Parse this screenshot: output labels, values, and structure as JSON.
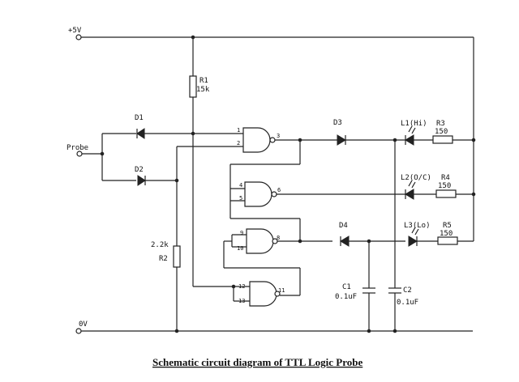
{
  "title": "Schematic circuit diagram of TTL Logic Probe",
  "rails": {
    "vcc": "+5V",
    "gnd": "0V",
    "input": "Probe"
  },
  "resistors": {
    "r1": {
      "name": "R1",
      "value": "15k"
    },
    "r2": {
      "name": "R2",
      "value": "2.2k"
    },
    "r3": {
      "name": "R3",
      "value": "150"
    },
    "r4": {
      "name": "R4",
      "value": "150"
    },
    "r5": {
      "name": "R5",
      "value": "150"
    }
  },
  "diodes": {
    "d1": "D1",
    "d2": "D2",
    "d3": "D3",
    "d4": "D4"
  },
  "leds": {
    "l1": "L1(Hi)",
    "l2": "L2(O/C)",
    "l3": "L3(Lo)"
  },
  "capacitors": {
    "c1": {
      "name": "C1",
      "value": "0.1uF"
    },
    "c2": {
      "name": "C2",
      "value": "0.1uF"
    }
  },
  "pins": {
    "g1": {
      "a": "1",
      "b": "2",
      "out": "3"
    },
    "g2": {
      "a": "4",
      "b": "5",
      "out": "6"
    },
    "g3": {
      "a": "9",
      "b": "10",
      "out": "8"
    },
    "g4": {
      "a": "12",
      "b": "13",
      "out": "11"
    }
  }
}
